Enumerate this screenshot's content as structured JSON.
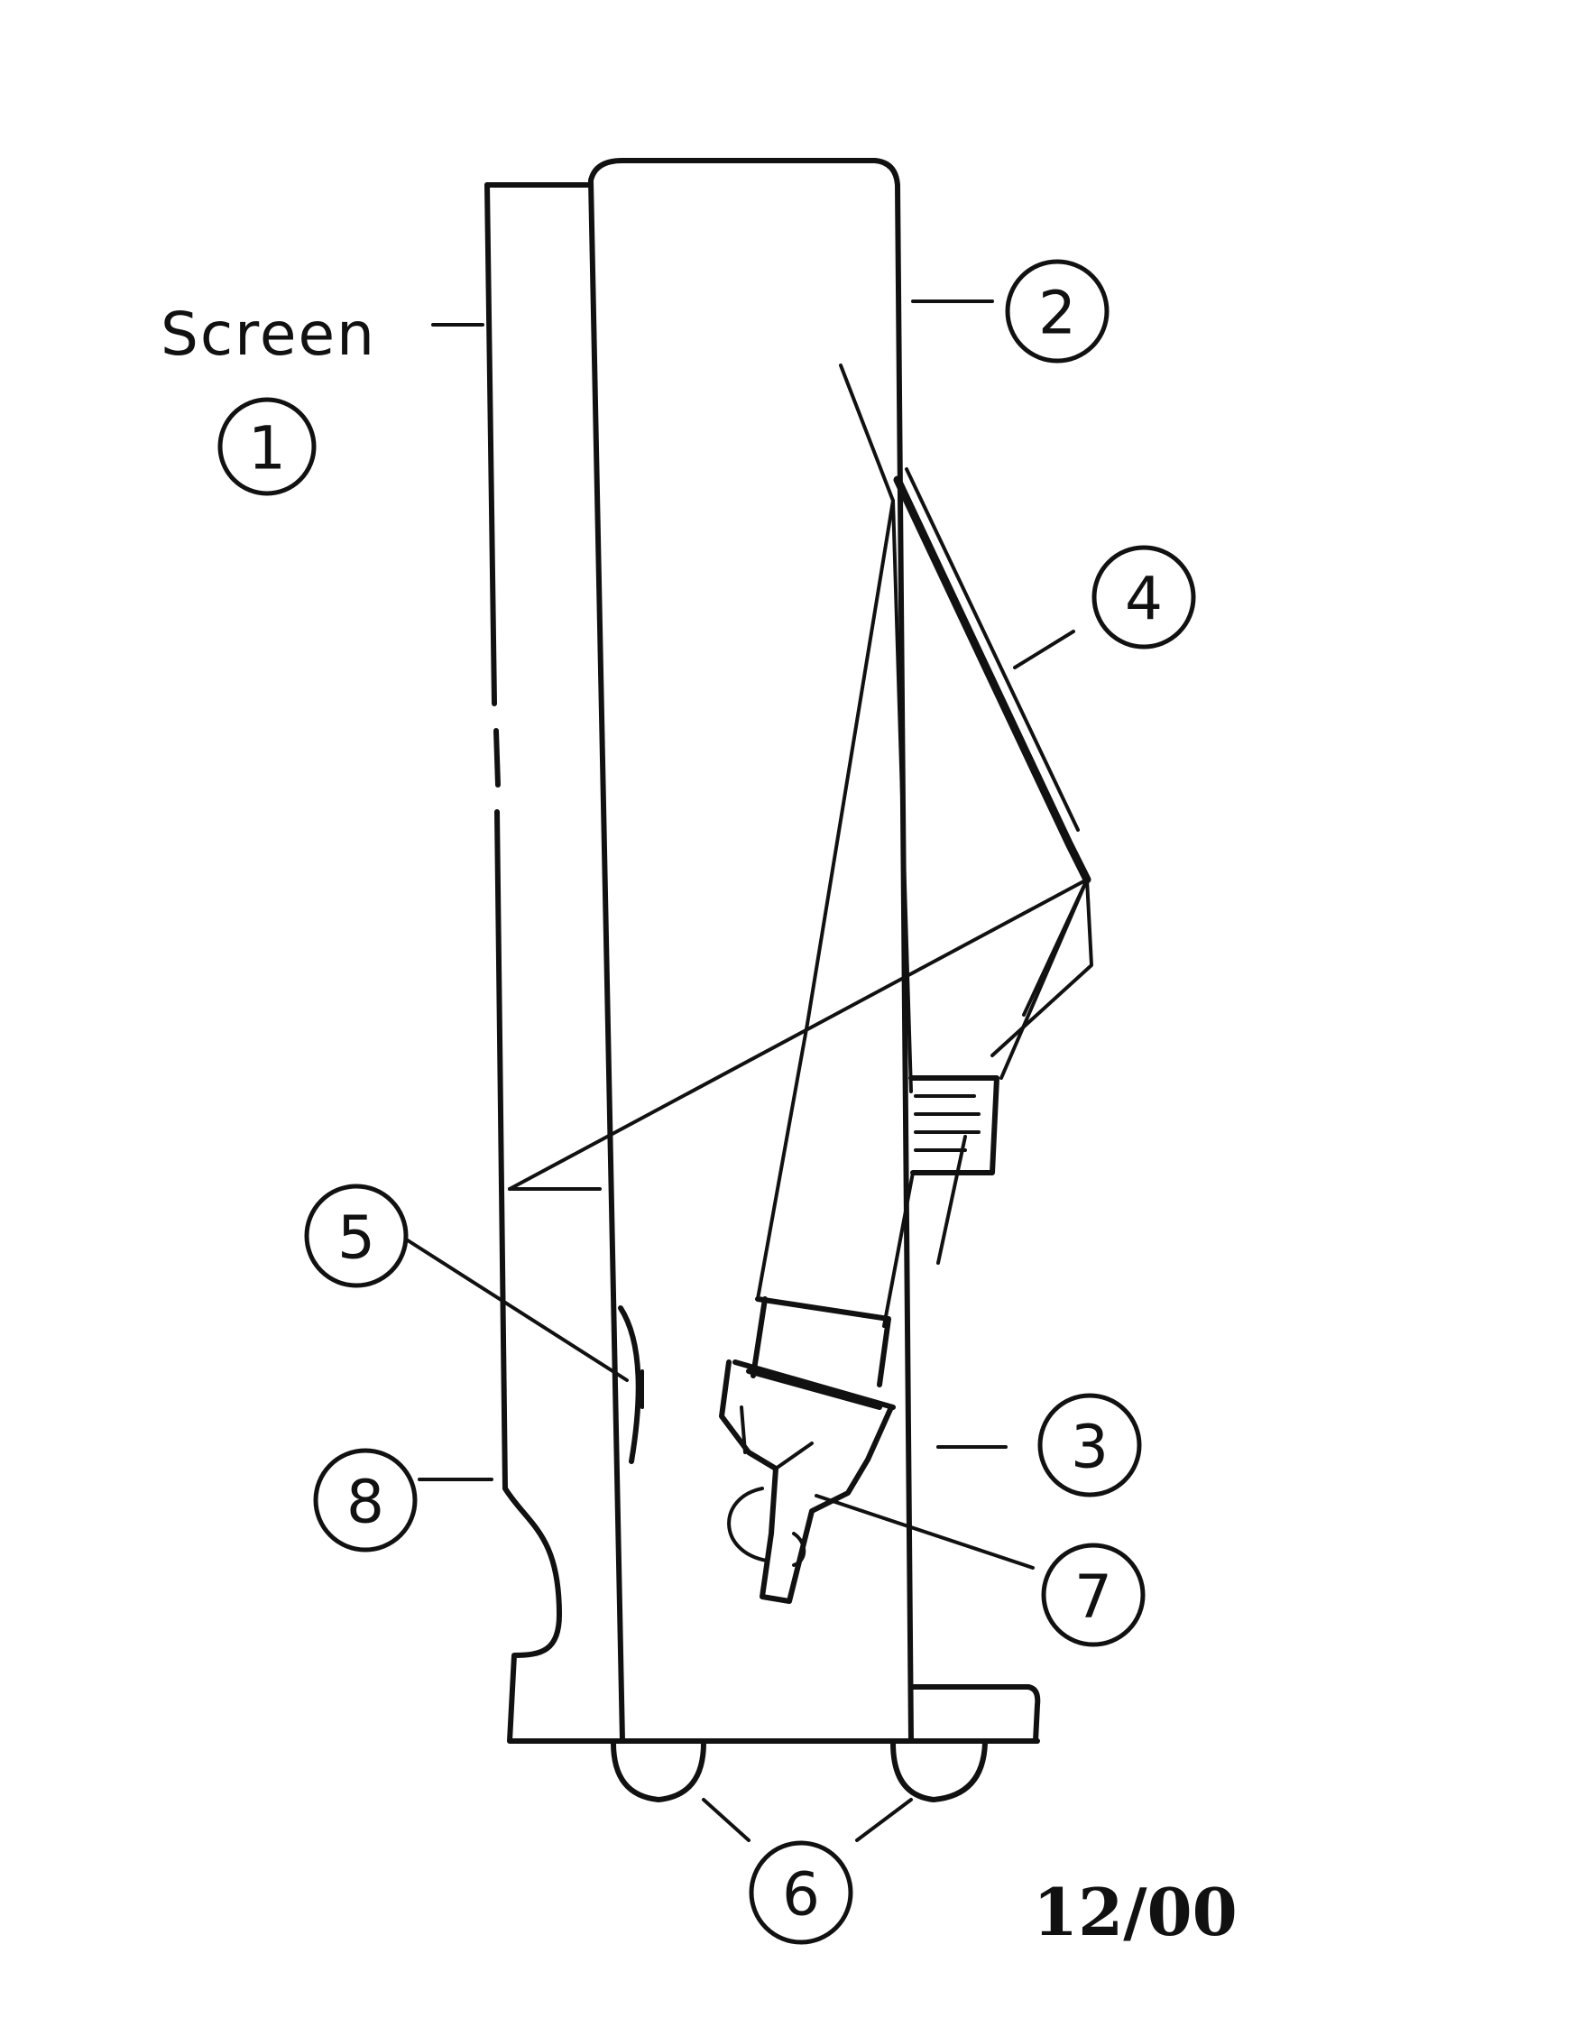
{
  "labels": {
    "screen": "Screen",
    "date_code": "12/00"
  },
  "callouts": [
    {
      "id": "1",
      "text": "1"
    },
    {
      "id": "2",
      "text": "2"
    },
    {
      "id": "3",
      "text": "3"
    },
    {
      "id": "4",
      "text": "4"
    },
    {
      "id": "5",
      "text": "5"
    },
    {
      "id": "6",
      "text": "6"
    },
    {
      "id": "7",
      "text": "7"
    },
    {
      "id": "8",
      "text": "8"
    }
  ]
}
